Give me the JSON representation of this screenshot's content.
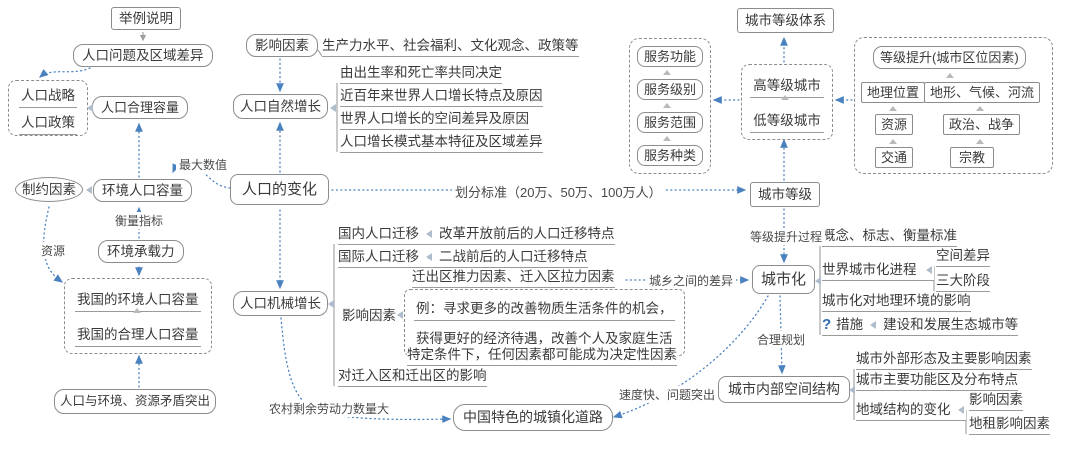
{
  "colors": {
    "arrow_blue": "#4a82c0",
    "border_gray": "#8c8c8c",
    "text": "#3a3a3a",
    "question_blue": "#2e6db4"
  },
  "left": {
    "example_note": "举例说明",
    "population_issues": "人口问题及区域差异",
    "strategy": "人口战略",
    "policy": "人口政策",
    "reasonable_capacity": "人口合理容量",
    "constraint_factors": "制约因素",
    "env_capacity": "环境人口容量",
    "carrying_capacity": "环境承载力",
    "china_env_capacity": "我国的环境人口容量",
    "china_reasonable_capacity": "我国的合理人口容量",
    "contradiction": "人口与环境、资源矛盾突出",
    "labels": {
      "max_value": "最大数值",
      "measure_index": "衡量指标",
      "resource": "资源"
    }
  },
  "center": {
    "influence_factors": "影响因素",
    "influence_detail": "生产力水平、社会福利、文化观念、政策等",
    "natural_growth": "人口自然增长",
    "natural_items": [
      "由出生率和死亡率共同决定",
      "近百年来世界人口增长特点及原因",
      "世界人口增长的空间差异及原因",
      "人口增长模式基本特征及区域差异"
    ],
    "population_change": "人口的变化",
    "mechanical_growth": "人口机械增长",
    "domestic_migration": "国内人口迁移",
    "domestic_detail": "改革开放前后的人口迁移特点",
    "international_migration": "国际人口迁移",
    "international_detail": "二战前后的人口迁移特点",
    "push_pull": "迁出区推力因素、迁入区拉力因素",
    "migration_factors": "影响因素",
    "example_line1": "例：寻求更多的改善物质生活条件的机会，",
    "example_line2": "获得更好的经济待遇，改善个人及家庭生活",
    "decisive": "特定条件下，任何因素都可能成为决定性因素",
    "impact_regions": "对迁入区和迁出区的影响",
    "china_urbanization": "中国特色的城镇化道路",
    "labels": {
      "classification": "划分标准（20万、50万、100万人）",
      "urban_rural_diff": "城乡之间的差异",
      "rural_labor": "农村剩余劳动力数量大",
      "speed_problem": "速度快、问题突出"
    }
  },
  "right": {
    "city_hierarchy": "城市等级体系",
    "services": [
      "服务功能",
      "服务级别",
      "服务范围",
      "服务种类"
    ],
    "high_city": "高等级城市",
    "low_city": "低等级城市",
    "upgrade_title": "等级提升(城市区位因素)",
    "geo_location": "地理位置",
    "terrain": "地形、气候、河流",
    "resources": "资源",
    "politics": "政治、战争",
    "transport": "交通",
    "religion": "宗教",
    "city_level": "城市等级",
    "concept": "概念、标志、衡量标准",
    "urbanization": "城市化",
    "world_process": "世界城市化进程",
    "spatial_diff": "空间差异",
    "three_stages": "三大阶段",
    "env_impact": "城市化对地理环境的影响",
    "question_mark": "?",
    "measures": "措施",
    "measures_detail": "建设和发展生态城市等",
    "internal_structure": "城市内部空间结构",
    "external_form": "城市外部形态及主要影响因素",
    "functional_zones": "城市主要功能区及分布特点",
    "structure_change": "地域结构的变化",
    "change_factors": "影响因素",
    "land_rent": "地租影响因素",
    "labels": {
      "upgrade_process": "等级提升过程",
      "rational_planning": "合理规划"
    }
  }
}
